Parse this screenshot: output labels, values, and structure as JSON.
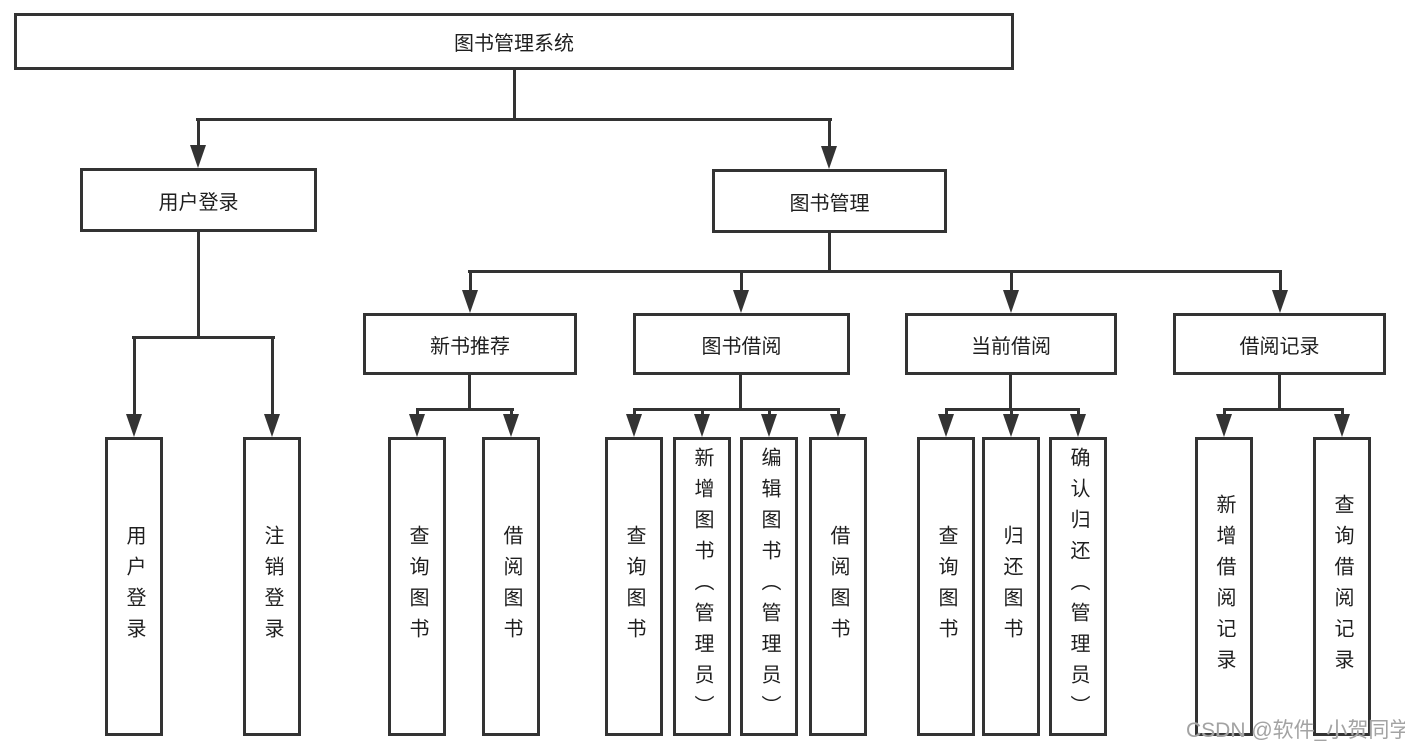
{
  "diagram": {
    "title": "图书管理系统",
    "level2": [
      "用户登录",
      "图书管理"
    ],
    "level3": [
      "新书推荐",
      "图书借阅",
      "当前借阅",
      "借阅记录"
    ],
    "leaves": {
      "user_login": [
        "用户登录",
        "注销登录"
      ],
      "new_book_recommend": [
        "查询图书",
        "借阅图书"
      ],
      "book_borrow": [
        "查询图书",
        "新增图书（管理员）",
        "编辑图书（管理员）",
        "借阅图书"
      ],
      "current_borrow": [
        "查询图书",
        "归还图书",
        "确认归还（管理员）"
      ],
      "borrow_records": [
        "新增借阅记录",
        "查询借阅记录"
      ]
    }
  },
  "watermark": "CSDN @软件_小贺同学",
  "colors": {
    "line": "#333333",
    "text": "#1f1f1f",
    "background": "#ffffff",
    "watermark": "#a3a3a3"
  }
}
